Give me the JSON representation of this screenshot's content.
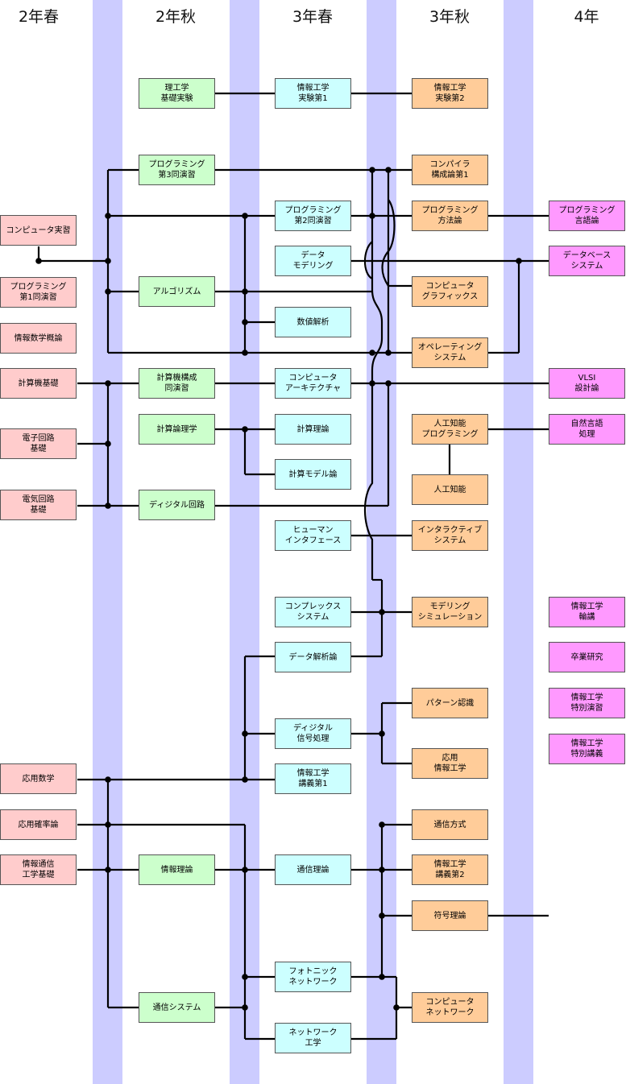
{
  "columns": [
    {
      "id": "y2s",
      "label": "2年春"
    },
    {
      "id": "y2f",
      "label": "2年秋"
    },
    {
      "id": "y3s",
      "label": "3年春"
    },
    {
      "id": "y3f",
      "label": "3年秋"
    },
    {
      "id": "y4",
      "label": "4年"
    }
  ],
  "colors": {
    "band": "#ccccff",
    "y2s": "#ffcccc",
    "y2f": "#ccffcc",
    "y3s": "#ccffff",
    "y3f": "#ffcc99",
    "y4": "#ff99ff",
    "line": "#000000"
  },
  "courses": [
    {
      "id": "p1",
      "column": "y2s",
      "label": "コンピュータ実習"
    },
    {
      "id": "p2",
      "column": "y2s",
      "label": "プログラミング\n第1同演習"
    },
    {
      "id": "p3",
      "column": "y2s",
      "label": "情報数学概論"
    },
    {
      "id": "p4",
      "column": "y2s",
      "label": "計算機基礎"
    },
    {
      "id": "p5",
      "column": "y2s",
      "label": "電子回路\n基礎"
    },
    {
      "id": "p6",
      "column": "y2s",
      "label": "電気回路\n基礎"
    },
    {
      "id": "p7",
      "column": "y2s",
      "label": "応用数学"
    },
    {
      "id": "p8",
      "column": "y2s",
      "label": "応用確率論"
    },
    {
      "id": "p9",
      "column": "y2s",
      "label": "情報通信\n工学基礎"
    },
    {
      "id": "g1",
      "column": "y2f",
      "label": "理工学\n基礎実験"
    },
    {
      "id": "g2",
      "column": "y2f",
      "label": "プログラミング\n第3同演習"
    },
    {
      "id": "g3",
      "column": "y2f",
      "label": "アルゴリズム"
    },
    {
      "id": "g4",
      "column": "y2f",
      "label": "計算機構成\n同演習"
    },
    {
      "id": "g5",
      "column": "y2f",
      "label": "計算論理学"
    },
    {
      "id": "g6",
      "column": "y2f",
      "label": "ディジタル回路"
    },
    {
      "id": "g7",
      "column": "y2f",
      "label": "情報理論"
    },
    {
      "id": "g8",
      "column": "y2f",
      "label": "通信システム"
    },
    {
      "id": "c1",
      "column": "y3s",
      "label": "情報工学\n実験第1"
    },
    {
      "id": "c2",
      "column": "y3s",
      "label": "プログラミング\n第2同演習"
    },
    {
      "id": "c3",
      "column": "y3s",
      "label": "データ\nモデリング"
    },
    {
      "id": "c4",
      "column": "y3s",
      "label": "数値解析"
    },
    {
      "id": "c5",
      "column": "y3s",
      "label": "コンピュータ\nアーキテクチャ"
    },
    {
      "id": "c6",
      "column": "y3s",
      "label": "計算理論"
    },
    {
      "id": "c7",
      "column": "y3s",
      "label": "計算モデル論"
    },
    {
      "id": "c8",
      "column": "y3s",
      "label": "ヒューマン\nインタフェース"
    },
    {
      "id": "c9",
      "column": "y3s",
      "label": "コンプレックス\nシステム"
    },
    {
      "id": "c10",
      "column": "y3s",
      "label": "データ解析論"
    },
    {
      "id": "c11",
      "column": "y3s",
      "label": "ディジタル\n信号処理"
    },
    {
      "id": "c12",
      "column": "y3s",
      "label": "情報工学\n講義第1"
    },
    {
      "id": "c13",
      "column": "y3s",
      "label": "通信理論"
    },
    {
      "id": "c14",
      "column": "y3s",
      "label": "フォトニック\nネットワーク"
    },
    {
      "id": "c15",
      "column": "y3s",
      "label": "ネットワーク\n工学"
    },
    {
      "id": "o1",
      "column": "y3f",
      "label": "情報工学\n実験第2"
    },
    {
      "id": "o2",
      "column": "y3f",
      "label": "コンパイラ\n構成論第1"
    },
    {
      "id": "o3",
      "column": "y3f",
      "label": "プログラミング\n方法論"
    },
    {
      "id": "o4",
      "column": "y3f",
      "label": "コンピュータ\nグラフィックス"
    },
    {
      "id": "o5",
      "column": "y3f",
      "label": "オペレーティング\nシステム"
    },
    {
      "id": "o6",
      "column": "y3f",
      "label": "人工知能\nプログラミング"
    },
    {
      "id": "o7",
      "column": "y3f",
      "label": "人工知能"
    },
    {
      "id": "o8",
      "column": "y3f",
      "label": "インタラクティブ\nシステム"
    },
    {
      "id": "o9",
      "column": "y3f",
      "label": "モデリング\nシミュレーション"
    },
    {
      "id": "o10",
      "column": "y3f",
      "label": "パターン認識"
    },
    {
      "id": "o11",
      "column": "y3f",
      "label": "応用\n情報工学"
    },
    {
      "id": "o12",
      "column": "y3f",
      "label": "通信方式"
    },
    {
      "id": "o13",
      "column": "y3f",
      "label": "情報工学\n講義第2"
    },
    {
      "id": "o14",
      "column": "y3f",
      "label": "符号理論"
    },
    {
      "id": "o15",
      "column": "y3f",
      "label": "コンピュータ\nネットワーク"
    },
    {
      "id": "m1",
      "column": "y4",
      "label": "プログラミング\n言語論"
    },
    {
      "id": "m2",
      "column": "y4",
      "label": "データベース\nシステム"
    },
    {
      "id": "m3",
      "column": "y4",
      "label": "VLSI\n設計論"
    },
    {
      "id": "m4",
      "column": "y4",
      "label": "自然言語\n処理"
    },
    {
      "id": "m5",
      "column": "y4",
      "label": "情報工学\n輪講"
    },
    {
      "id": "m6",
      "column": "y4",
      "label": "卒業研究"
    },
    {
      "id": "m7",
      "column": "y4",
      "label": "情報工学\n特別演習"
    },
    {
      "id": "m8",
      "column": "y4",
      "label": "情報工学\n特別講義"
    }
  ]
}
